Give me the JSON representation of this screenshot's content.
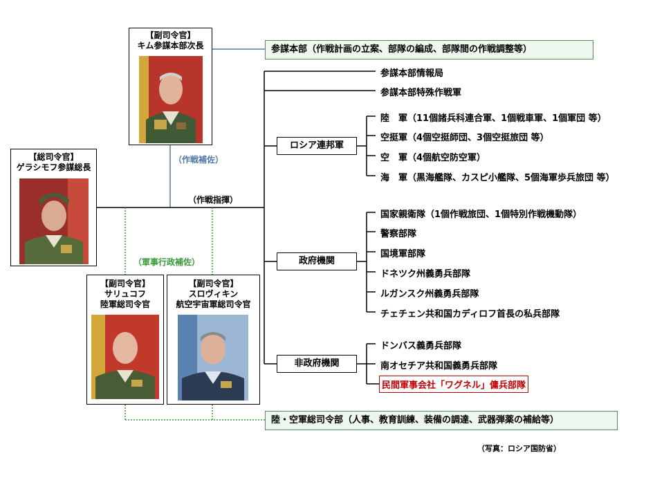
{
  "gerasimov": {
    "role": "【総司令官】",
    "name": "ゲラシモフ参謀総長"
  },
  "kim": {
    "role": "【副司令官】",
    "name": "キム参謀本部次長"
  },
  "salyukov": {
    "role": "【副司令官】",
    "name": "サリュコフ",
    "title": "陸軍総司令官"
  },
  "surovikin": {
    "role": "【副司令官】",
    "name": "スロヴィキン",
    "title": "航空宇宙軍総司令官"
  },
  "links": {
    "ops_support": "（作戦補佐）",
    "ops_command": "（作戦指揮）",
    "admin_support": "（軍事行政補佐）"
  },
  "general_staff": "参謀本部（作戦計画の立案、部隊の編成、部隊間の作戦調整等）",
  "staff_units": [
    "参謀本部情報局",
    "参謀本部特殊作戦軍"
  ],
  "federal_forces": {
    "label": "ロシア連邦軍",
    "items": [
      "陸　軍（11個諸兵科連合軍、1個戦車軍、1個軍団 等）",
      "空挺軍（4個空挺師団、3個空挺旅団 等）",
      "空　軍（4個航空防空軍）",
      "海　軍（黒海艦隊、カスピ小艦隊、5個海軍歩兵旅団 等）"
    ]
  },
  "government": {
    "label": "政府機関",
    "items": [
      "国家親衛隊（1個作戦旅団、1個特別作戦機動隊）",
      "警察部隊",
      "国境軍部隊",
      "ドネツク州義勇兵部隊",
      "ルガンスク州義勇兵部隊",
      "チェチェン共和国カディロフ首長の私兵部隊"
    ]
  },
  "non_government": {
    "label": "非政府機関",
    "items": [
      "ドンバス義勇兵部隊",
      "南オセチア共和国義勇兵部隊"
    ],
    "highlight": "民間軍事会社「ワグネル」傭兵部隊"
  },
  "ground_aero_hq": "陸・空軍総司令部（人事、教育訓練、装備の調達、武器弾薬の補給等）",
  "photo_credit": "（写真：ロシア国防省）",
  "colors": {
    "line_blue": "#4f7aa6",
    "line_green": "#3a9a3a",
    "highlight_red": "#c00000",
    "box_fill": "#eef7ee"
  }
}
